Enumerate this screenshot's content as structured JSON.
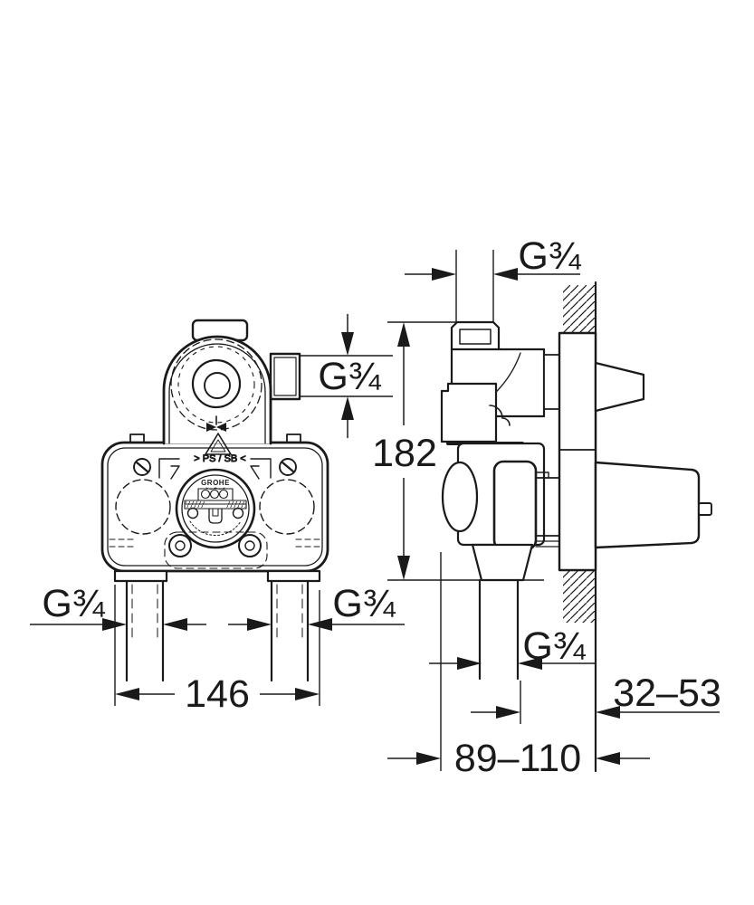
{
  "drawing": {
    "type": "technical-dimension-drawing",
    "colors": {
      "line": "#1a1a1a",
      "background": "#ffffff"
    },
    "front_view": {
      "port_thread": "G¾",
      "left_supply_thread": "G¾",
      "right_supply_thread": "G¾",
      "center_distance": "146",
      "brand_marking": "GROHE",
      "material_marking": "> PS / SB <"
    },
    "side_view": {
      "inlet_thread": "G¾",
      "outlet_thread": "G¾",
      "height": "182",
      "finished_wall_depth_range": "32–53",
      "mounting_depth_range": "89–110"
    }
  }
}
